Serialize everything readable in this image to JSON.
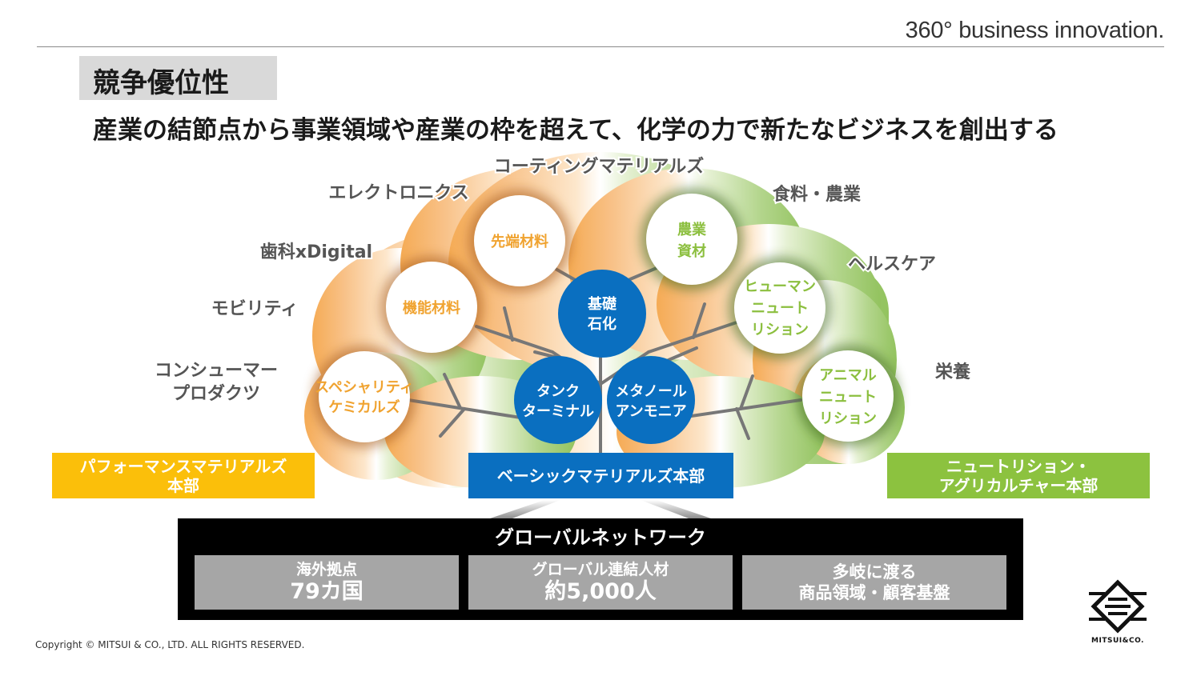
{
  "header": {
    "tagline": "360° business innovation.",
    "title": "競争優位性",
    "subtitle": "産業の結節点から事業領域や産業の枠を超えて、化学の力で新たなビジネスを創出する"
  },
  "fields": {
    "coating": "コーティングマテリアルズ",
    "electronics": "エレクトロニクス",
    "dental_digital": "歯科xDigital",
    "mobility": "モビリティ",
    "consumer_line1": "コンシューマー",
    "consumer_line2": "プロダクツ",
    "food_agri": "食料・農業",
    "healthcare": "ヘルスケア",
    "nutrition_field": "栄養"
  },
  "nodes": {
    "advanced_materials": "先端材料",
    "functional_materials": "機能材料",
    "specialty_line1": "スペシャリティ",
    "specialty_line2": "ケミカルズ",
    "basic_line1": "基礎",
    "basic_line2": "石化",
    "tank_line1": "タンク",
    "tank_line2": "ターミナル",
    "methanol_line1": "メタノール",
    "methanol_line2": "アンモニア",
    "agri_line1": "農業",
    "agri_line2": "資材",
    "human_line1": "ヒューマン",
    "human_line2": "ニュート",
    "human_line3": "リション",
    "animal_line1": "アニマル",
    "animal_line2": "ニュート",
    "animal_line3": "リション"
  },
  "divisions": {
    "performance_line1": "パフォーマンスマテリアルズ",
    "performance_line2": "本部",
    "basic": "ベーシックマテリアルズ本部",
    "nutrition_line1": "ニュートリション・",
    "nutrition_line2": "アグリカルチャー本部"
  },
  "network": {
    "title": "グローバルネットワーク",
    "stats": [
      {
        "label": "海外拠点",
        "value": "79カ国"
      },
      {
        "label": "グローバル連結人材",
        "value": "約5,000人"
      },
      {
        "label_line1": "多岐に渡る",
        "label_line2": "商品領域・顧客基盤"
      }
    ]
  },
  "footer": {
    "copyright": "Copyright © MITSUI & CO., LTD. ALL RIGHTS RESERVED.",
    "logo_text": "MITSUI&CO."
  },
  "colors": {
    "performance": "#fbbf0a",
    "basic": "#0a6fc0",
    "nutrition": "#8cc23f",
    "orange_text": "#f0a330",
    "green_text": "#8cbf3f"
  }
}
